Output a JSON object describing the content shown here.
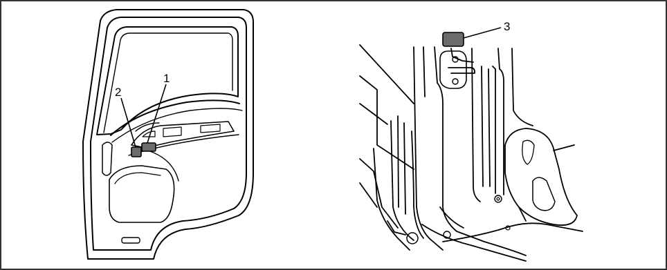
{
  "diagram": {
    "callouts": [
      {
        "id": "1",
        "text": "1"
      },
      {
        "id": "2",
        "text": "2"
      },
      {
        "id": "3",
        "text": "3"
      }
    ],
    "colors": {
      "line": "#000000",
      "label_fill": "#6b6b6b",
      "background": "#ffffff",
      "border": "#333333"
    }
  }
}
